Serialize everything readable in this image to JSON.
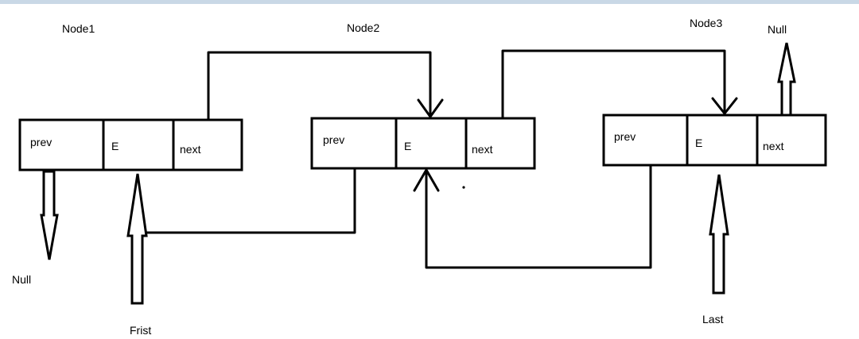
{
  "colors": {
    "top_border": "#c9d8e6",
    "stroke": "#000000"
  },
  "nodes": [
    {
      "title": "Node1",
      "prev": "prev",
      "element": "E",
      "next": "next"
    },
    {
      "title": "Node2",
      "prev": "prev",
      "element": "E",
      "next": "next"
    },
    {
      "title": "Node3",
      "prev": "prev",
      "element": "E",
      "next": "next"
    }
  ],
  "labels": {
    "null_left": "Null",
    "null_right": "Null",
    "first": "Frist",
    "last": "Last"
  }
}
